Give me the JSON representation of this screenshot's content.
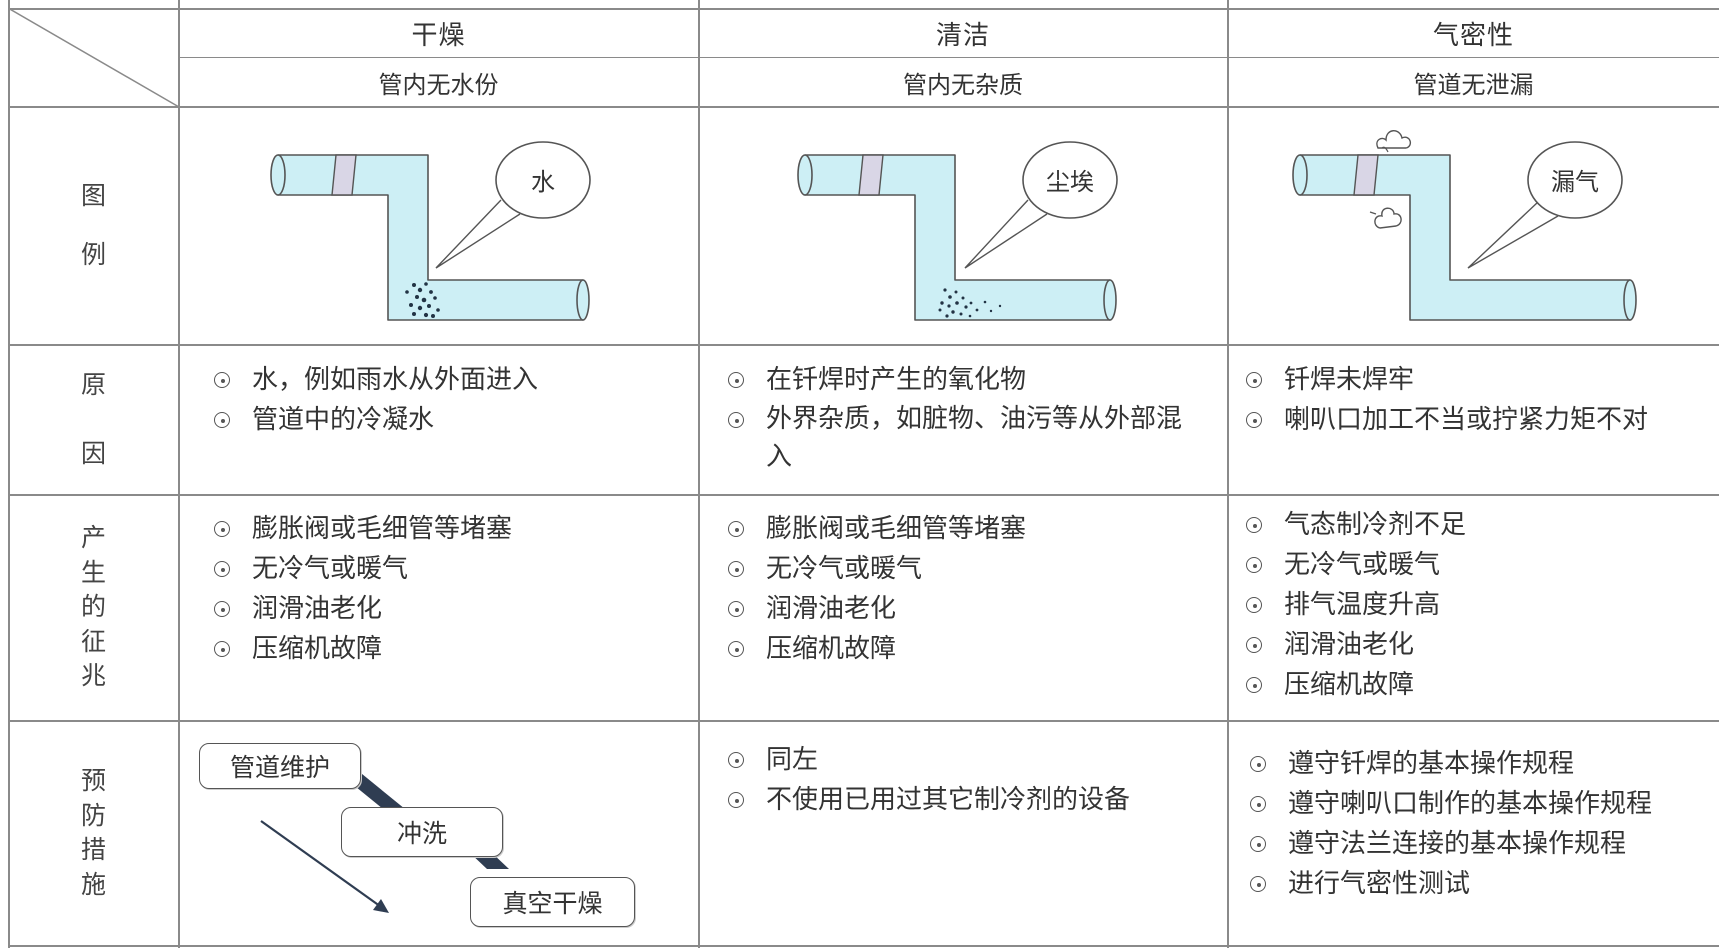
{
  "columns": [
    {
      "title": "干燥",
      "subtitle": "管内无水份",
      "callout": "水"
    },
    {
      "title": "清洁",
      "subtitle": "管内无杂质",
      "callout": "尘埃"
    },
    {
      "title": "气密性",
      "subtitle": "管道无泄漏",
      "callout": "漏气"
    }
  ],
  "row_labels": {
    "figure": [
      "图",
      "例"
    ],
    "cause": [
      "原",
      "因"
    ],
    "symptom": [
      "产",
      "生",
      "的",
      "征",
      "兆"
    ],
    "prevention": [
      "预",
      "防",
      "措",
      "施"
    ]
  },
  "causes": {
    "dry": [
      "水，例如雨水从外面进入",
      "管道中的冷凝水"
    ],
    "clean": [
      "在钎焊时产生的氧化物",
      "外界杂质，如脏物、油污等从外部混入"
    ],
    "airtight": [
      "钎焊未焊牢",
      "喇叭口加工不当或拧紧力矩不对"
    ]
  },
  "symptoms": {
    "dry": [
      "膨胀阀或毛细管等堵塞",
      "无冷气或暖气",
      "润滑油老化",
      "压缩机故障"
    ],
    "clean": [
      "膨胀阀或毛细管等堵塞",
      "无冷气或暖气",
      "润滑油老化",
      "压缩机故障"
    ],
    "airtight": [
      "气态制冷剂不足",
      "无冷气或暖气",
      "排气温度升高",
      "润滑油老化",
      "压缩机故障"
    ]
  },
  "prevention": {
    "dry_steps": [
      "管道维护",
      "冲洗",
      "真空干燥"
    ],
    "clean": [
      "同左",
      "不使用已用过其它制冷剂的设备"
    ],
    "airtight": [
      "遵守钎焊的基本操作规程",
      "遵守喇叭口制作的基本操作规程",
      "遵守法兰连接的基本操作规程",
      "进行气密性测试"
    ]
  },
  "colors": {
    "pipe_fill": "#cdeff5",
    "pipe_stroke": "#555555",
    "grid_line": "#8a8a8a",
    "arrow_band": "#2f3d52"
  }
}
